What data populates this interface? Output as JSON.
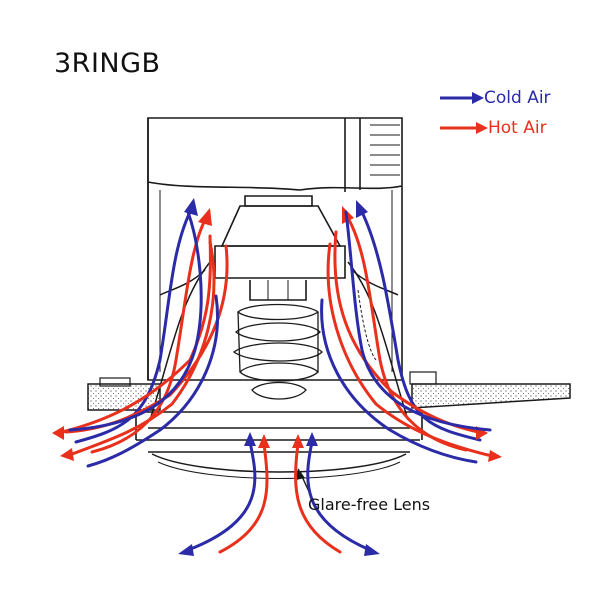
{
  "title": "3RINGB",
  "legend": {
    "cold": {
      "label": "Cold Air",
      "color": "#2b2ba8"
    },
    "hot": {
      "label": "Hot Air",
      "color": "#e8301c"
    }
  },
  "lens_label": "Glare-free Lens",
  "colors": {
    "line": "#1a1a1a",
    "hatch": "#555555",
    "ceiling_fill": "#f2f2f2"
  },
  "icons": [
    "arrow-right-icon",
    "lamp-bulb-icon"
  ]
}
